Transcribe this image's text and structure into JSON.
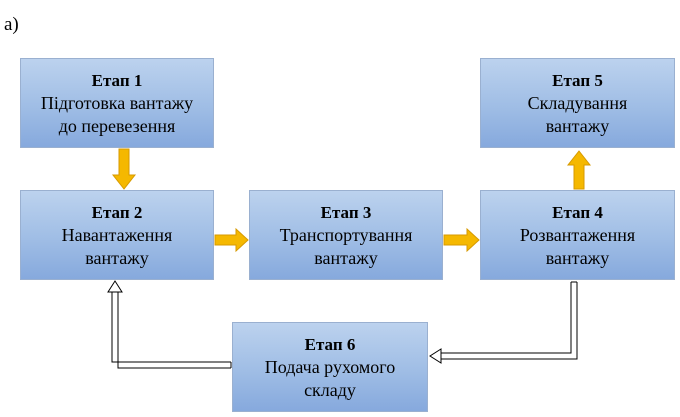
{
  "figure_label": "a)",
  "stages": [
    {
      "id": "box1",
      "title": "Етап 1",
      "lines": [
        "Підготовка вантажу",
        "до перевезення"
      ]
    },
    {
      "id": "box2",
      "title": "Етап 2",
      "lines": [
        "Навантаження",
        "вантажу"
      ]
    },
    {
      "id": "box3",
      "title": "Етап 3",
      "lines": [
        "Транспортування",
        "вантажу"
      ]
    },
    {
      "id": "box4",
      "title": "Етап 4",
      "lines": [
        "Розвантаження",
        "вантажу"
      ]
    },
    {
      "id": "box5",
      "title": "Етап 5",
      "lines": [
        "Складування",
        "вантажу"
      ]
    },
    {
      "id": "box6",
      "title": "Етап 6",
      "lines": [
        "Подача рухомого",
        "складу"
      ]
    }
  ],
  "colors": {
    "box_fill": "#9fbde5",
    "box_border": "#9ab0d0",
    "arrow_fill": "#f5b800",
    "arrow_outline": "#d79a00",
    "return_arrow": "#000000"
  }
}
